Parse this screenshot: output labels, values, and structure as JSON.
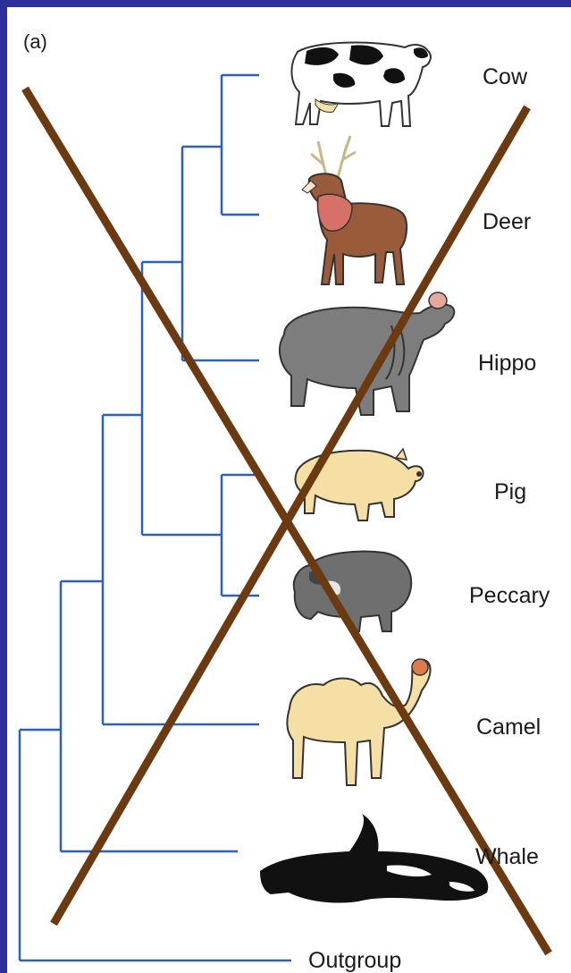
{
  "panel_label": "(a)",
  "taxa": [
    {
      "key": "cow",
      "label": "Cow",
      "icon": "cow-icon"
    },
    {
      "key": "deer",
      "label": "Deer",
      "icon": "deer-icon"
    },
    {
      "key": "hippo",
      "label": "Hippo",
      "icon": "hippo-icon"
    },
    {
      "key": "pig",
      "label": "Pig",
      "icon": "pig-icon"
    },
    {
      "key": "peccary",
      "label": "Peccary",
      "icon": "peccary-icon"
    },
    {
      "key": "camel",
      "label": "Camel",
      "icon": "camel-icon"
    },
    {
      "key": "whale",
      "label": "Whale",
      "icon": "whale-icon"
    },
    {
      "key": "outgroup",
      "label": "Outgroup"
    }
  ],
  "tree": "((((((Cow,Deer),Hippo),(Pig,Peccary)),Camel),Whale),Outgroup)",
  "colors": {
    "frame": "#2f2f9c",
    "branch": "#2f5fb8",
    "cross_out": "#6b3a10",
    "text": "#1a1a1a"
  },
  "crossed_out": true
}
